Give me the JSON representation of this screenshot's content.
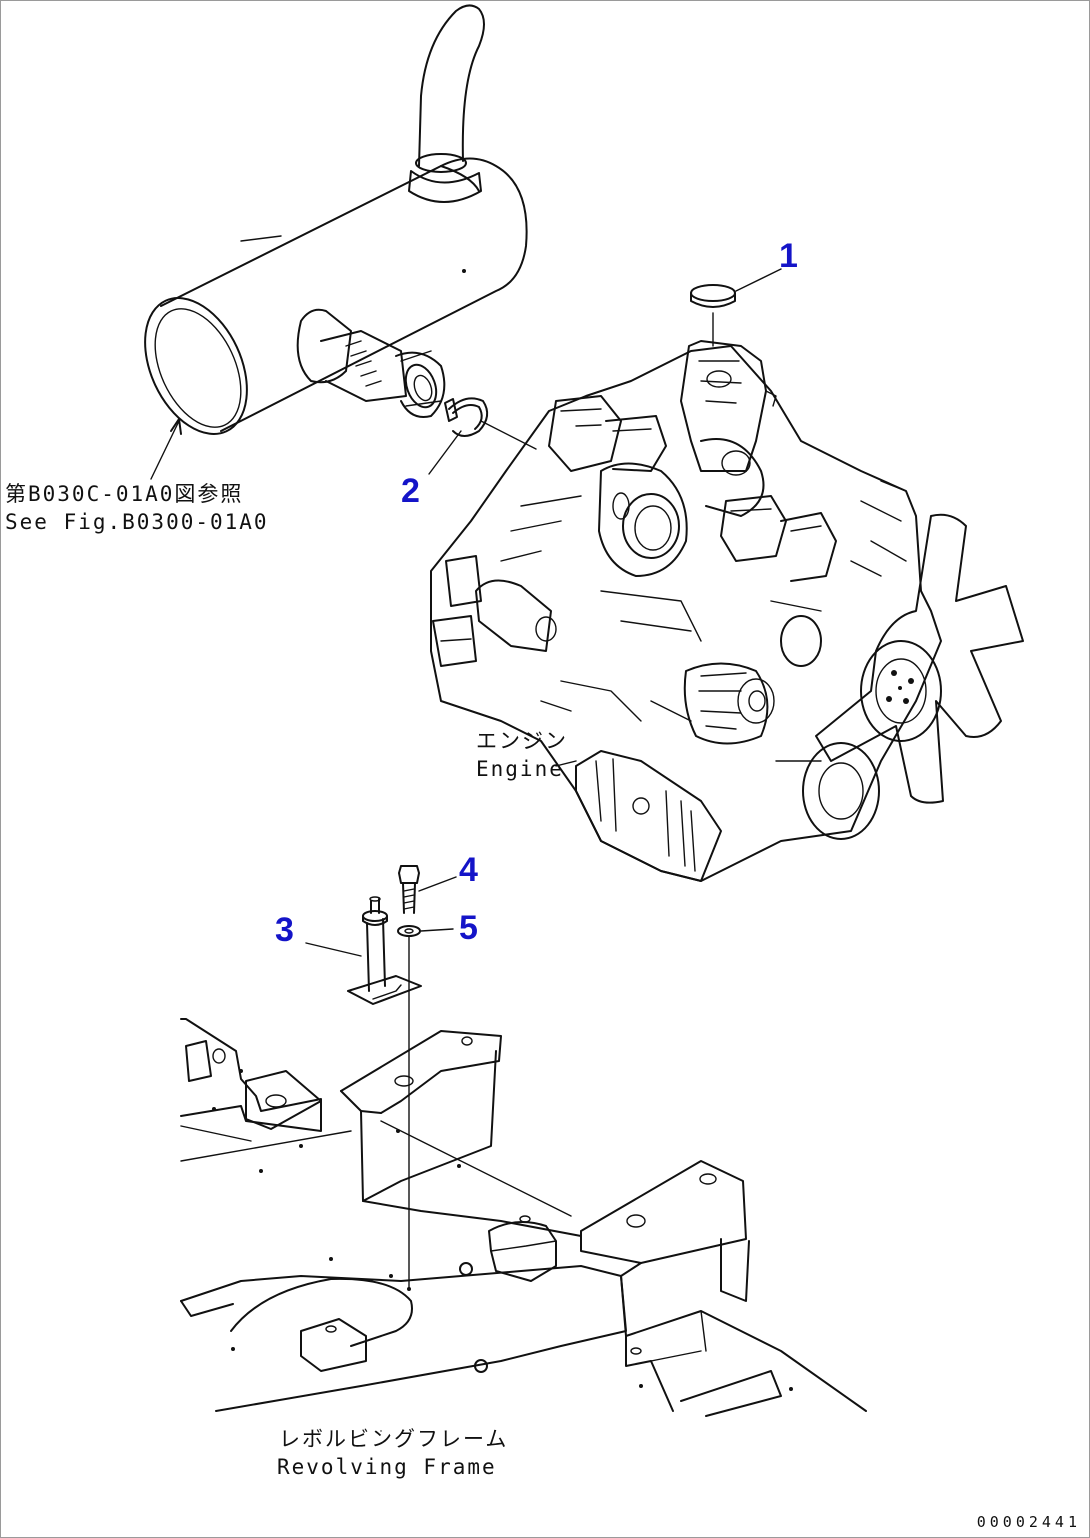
{
  "parts": [
    {
      "no": "1"
    },
    {
      "no": "2"
    },
    {
      "no": "3"
    },
    {
      "no": "4"
    },
    {
      "no": "5"
    }
  ],
  "notes": {
    "muffler_ref_jp": "第B030C-01A0図参照",
    "muffler_ref_en": "See Fig.B0300-01A0",
    "engine_jp": "エンジン",
    "engine_en": "Engine",
    "frame_jp": "レボルビングフレーム",
    "frame_en": "Revolving Frame"
  },
  "figure_id": "00002441",
  "colors": {
    "callout": "#1414c8",
    "line": "#111111",
    "background": "#ffffff"
  }
}
